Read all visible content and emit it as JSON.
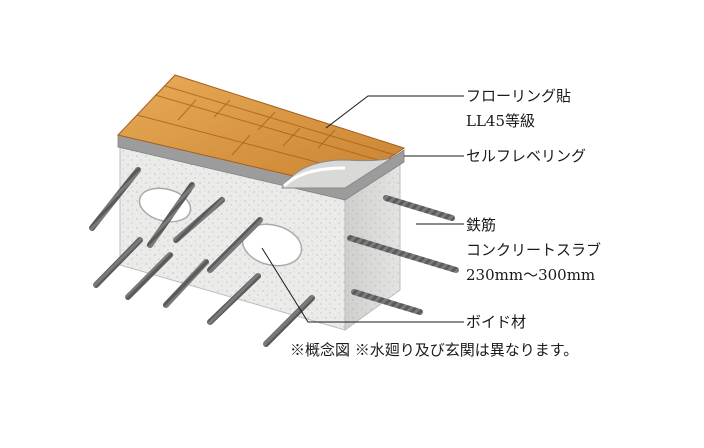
{
  "labels": {
    "flooring": "フローリング貼",
    "flooring_grade": "LL45等級",
    "self_leveling": "セルフレベリング",
    "rebar": "鉄筋",
    "slab": "コンクリートスラブ",
    "slab_thickness": "230mm〜300mm",
    "void": "ボイド材"
  },
  "note": "※概念図 ※水廻り及び玄関は異なります。",
  "colors": {
    "wood_light": "#e3a24a",
    "wood_dark": "#b86a1e",
    "leveling": "#9a9a9a",
    "concrete_front": "#e9e9e7",
    "concrete_side": "#d3d3d1",
    "rebar": "#6f6f6f"
  }
}
